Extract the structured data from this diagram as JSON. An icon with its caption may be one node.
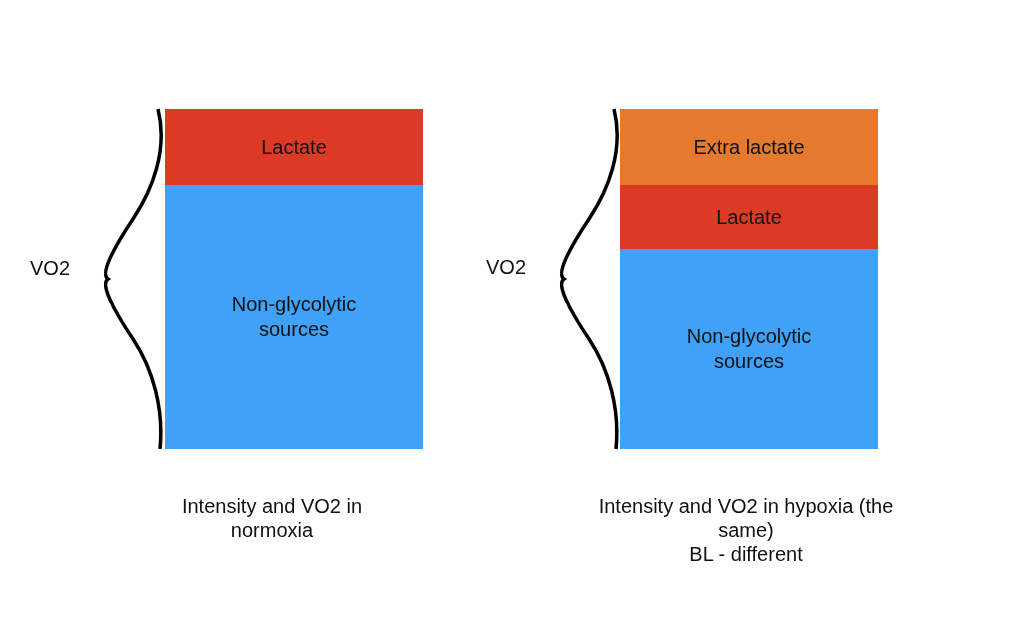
{
  "diagram": {
    "nodes": [
      {
        "text": [
          "Lactate"
        ]
      },
      {
        "text": [
          "Non-glycolytic sources"
        ]
      },
      {
        "text": [
          "Extra lactate"
        ]
      },
      {
        "text": [
          "Lactate"
        ]
      },
      {
        "text": [
          "Non-glycolytic sources"
        ]
      }
    ],
    "labels": [
      "VO2",
      "Intensity and VO2 in normoxia",
      "VO2",
      "Intensity and VO2 in hypoxia (the same)",
      "BL - different"
    ]
  }
}
